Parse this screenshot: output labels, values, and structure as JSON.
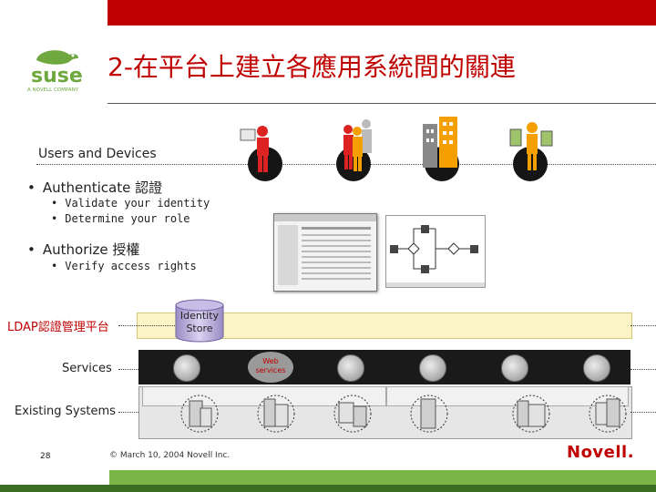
{
  "slide": {
    "title": "2-在平台上建立各應用系統間的關連",
    "logo_text": "SUSE",
    "logo_sub": "A NOVELL COMPANY",
    "users_label": "Users and Devices",
    "bullets": [
      {
        "heading": "Authenticate 認證",
        "items": [
          "Validate your identity",
          "Determine your role"
        ]
      },
      {
        "heading": "Authorize 授權",
        "items": [
          "Verify access rights"
        ]
      }
    ],
    "ldap_label": "LDAP認證管理平台",
    "identity_store": [
      "Identity",
      "Store"
    ],
    "services_label": "Services",
    "web_services": "Web services",
    "existing_label": "Existing Systems",
    "page_number": "28",
    "copyright": "© March 10, 2004 Novell Inc.",
    "brand": "Novell."
  },
  "colors": {
    "accent": "#c00000",
    "green": "#7ab646",
    "dark_green": "#3b6e22",
    "ldap_band": "#fbf5c6"
  }
}
